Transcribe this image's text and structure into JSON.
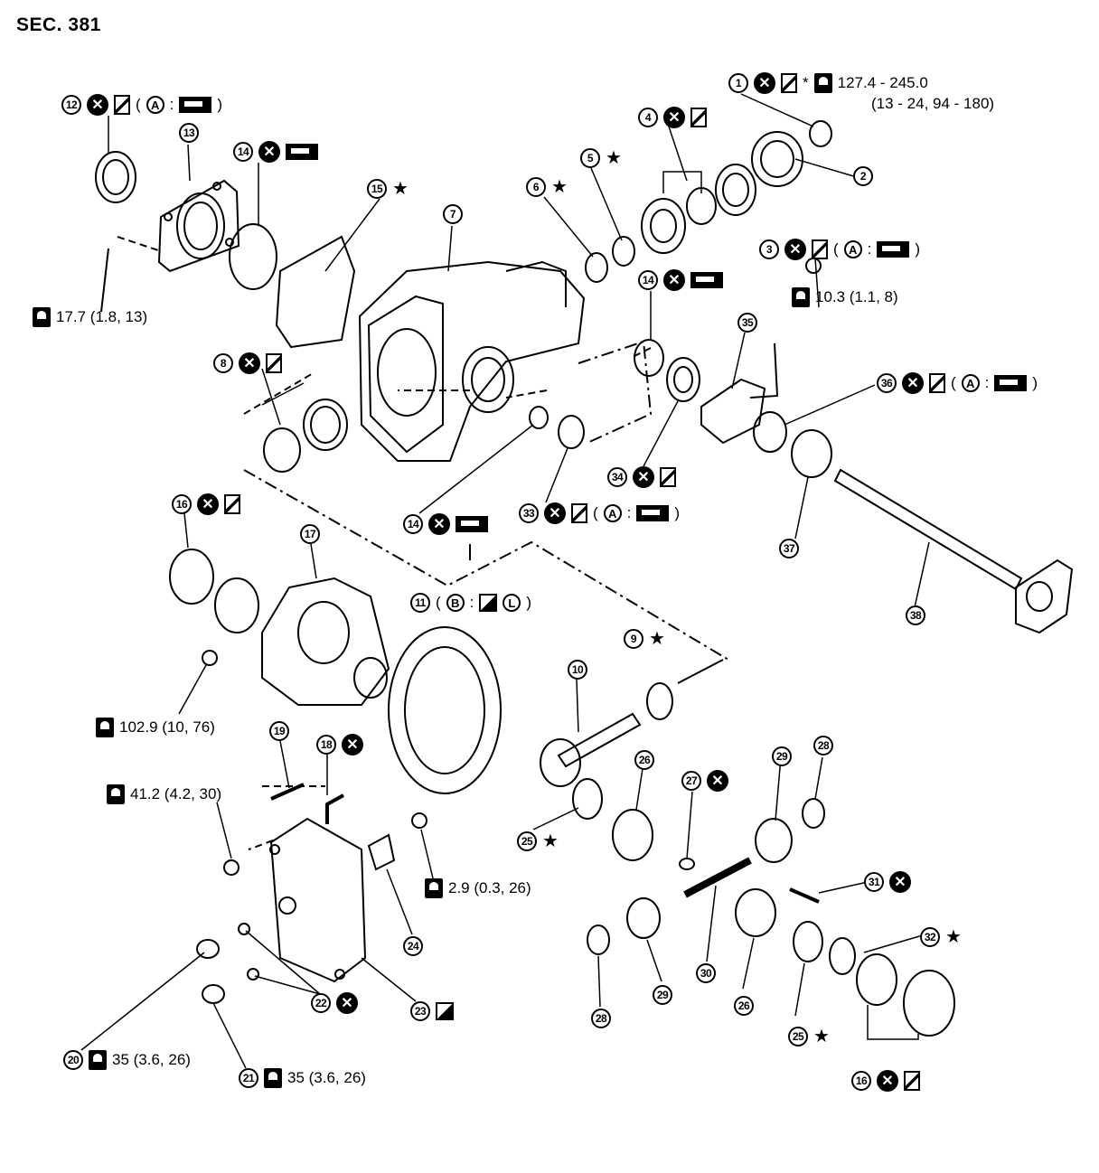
{
  "section_title": "SEC. 381",
  "callouts": {
    "c1": {
      "num": "1",
      "torque": "127.4 - 245.0",
      "torque_sub": "(13 - 24, 94 - 180)"
    },
    "c2": {
      "num": "2"
    },
    "c3": {
      "num": "3",
      "letter": "A"
    },
    "c4": {
      "num": "4"
    },
    "c5": {
      "num": "5",
      "mark": "★"
    },
    "c6": {
      "num": "6",
      "mark": "★"
    },
    "c7": {
      "num": "7"
    },
    "c8": {
      "num": "8"
    },
    "c9": {
      "num": "9",
      "mark": "★"
    },
    "c10": {
      "num": "10"
    },
    "c11": {
      "num": "11",
      "letter": "B",
      "letter2": "L"
    },
    "c12": {
      "num": "12",
      "letter": "A"
    },
    "c13": {
      "num": "13",
      "torque": "17.7 (1.8, 13)"
    },
    "c14a": {
      "num": "14"
    },
    "c14b": {
      "num": "14"
    },
    "c14c": {
      "num": "14"
    },
    "c15": {
      "num": "15",
      "mark": "★"
    },
    "c16a": {
      "num": "16"
    },
    "c16b": {
      "num": "16"
    },
    "c17": {
      "num": "17",
      "torque": "102.9 (10, 76)"
    },
    "c18": {
      "num": "18"
    },
    "c19": {
      "num": "19",
      "torque": "41.2 (4.2, 30)"
    },
    "c20": {
      "num": "20",
      "torque": "35 (3.6, 26)"
    },
    "c21": {
      "num": "21",
      "torque": "35 (3.6, 26)"
    },
    "c22": {
      "num": "22"
    },
    "c23": {
      "num": "23"
    },
    "c24": {
      "num": "24",
      "torque": "2.9 (0.3, 26)"
    },
    "c25a": {
      "num": "25",
      "mark": "★"
    },
    "c25b": {
      "num": "25",
      "mark": "★"
    },
    "c26a": {
      "num": "26"
    },
    "c26b": {
      "num": "26"
    },
    "c27": {
      "num": "27"
    },
    "c28a": {
      "num": "28"
    },
    "c28b": {
      "num": "28"
    },
    "c29a": {
      "num": "29"
    },
    "c29b": {
      "num": "29"
    },
    "c30": {
      "num": "30"
    },
    "c31": {
      "num": "31"
    },
    "c32": {
      "num": "32",
      "mark": "★"
    },
    "c33": {
      "num": "33",
      "letter": "A"
    },
    "c34": {
      "num": "34"
    },
    "c35": {
      "num": "35",
      "torque": "10.3 (1.1, 8)"
    },
    "c36": {
      "num": "36",
      "letter": "A"
    },
    "c37": {
      "num": "37"
    },
    "c38": {
      "num": "38"
    }
  },
  "symbols": {
    "asterisk": "*",
    "colon": ":",
    "x": "✕",
    "paren_open": "(",
    "paren_close": ")"
  }
}
